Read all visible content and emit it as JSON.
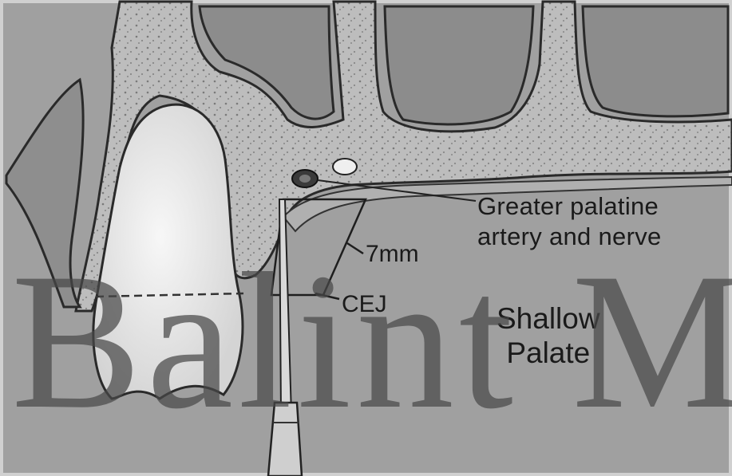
{
  "labels": {
    "greater_palatine_line1": "Greater palatine",
    "greater_palatine_line2": "artery and nerve",
    "measurement": "7mm",
    "cej": "CEJ",
    "shallow_line1": "Shallow",
    "shallow_line2": "Palate"
  },
  "watermark": "Balint M",
  "colors": {
    "background_tissue": "#9c9c9c",
    "sinus_cavity": "#8a8a8a",
    "bone": "#bcbcbc",
    "tooth": "#e6e6e6",
    "outline": "#262626",
    "watermark": "#484848"
  }
}
